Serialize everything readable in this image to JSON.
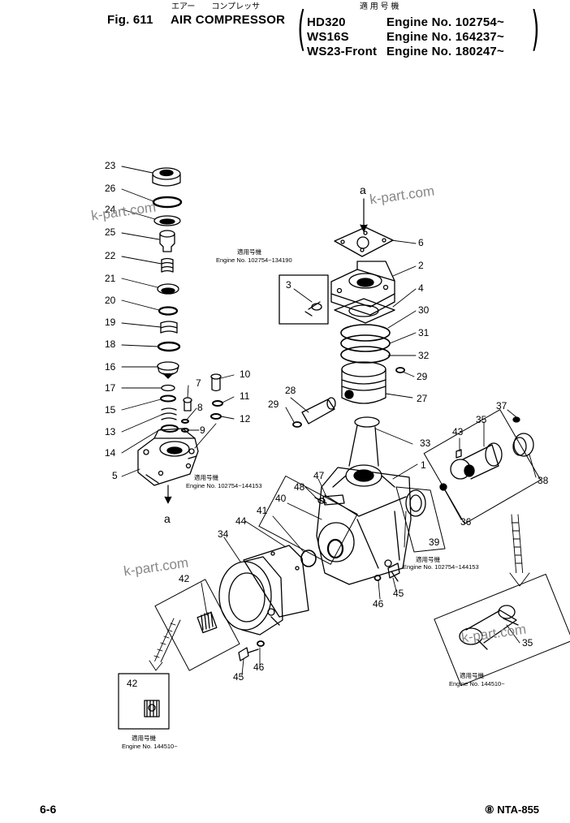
{
  "header": {
    "fig": "Fig. 611",
    "jp_title": "エアー　　コンプレッサ",
    "title": "AIR COMPRESSOR",
    "applicable_jp": "適 用 号 機",
    "models": [
      "HD320",
      "WS16S",
      "WS23-Front"
    ],
    "engines": [
      "Engine No. 102754~",
      "Engine No. 164237~",
      "Engine No. 180247~"
    ]
  },
  "callouts": [
    {
      "id": "23",
      "label": "23"
    },
    {
      "id": "26",
      "label": "26"
    },
    {
      "id": "24",
      "label": "24"
    },
    {
      "id": "25",
      "label": "25"
    },
    {
      "id": "22",
      "label": "22"
    },
    {
      "id": "21",
      "label": "21"
    },
    {
      "id": "20",
      "label": "20"
    },
    {
      "id": "19",
      "label": "19"
    },
    {
      "id": "18",
      "label": "18"
    },
    {
      "id": "16",
      "label": "16"
    },
    {
      "id": "17",
      "label": "17"
    },
    {
      "id": "15",
      "label": "15"
    },
    {
      "id": "13",
      "label": "13"
    },
    {
      "id": "14",
      "label": "14"
    },
    {
      "id": "5",
      "label": "5"
    },
    {
      "id": "7",
      "label": "7"
    },
    {
      "id": "8",
      "label": "8"
    },
    {
      "id": "9",
      "label": "9"
    },
    {
      "id": "10",
      "label": "10"
    },
    {
      "id": "11",
      "label": "11"
    },
    {
      "id": "12",
      "label": "12"
    },
    {
      "id": "a_top",
      "label": "a"
    },
    {
      "id": "a_bottom",
      "label": "a"
    },
    {
      "id": "6",
      "label": "6"
    },
    {
      "id": "2",
      "label": "2"
    },
    {
      "id": "3",
      "label": "3"
    },
    {
      "id": "4",
      "label": "4"
    },
    {
      "id": "30",
      "label": "30"
    },
    {
      "id": "31",
      "label": "31"
    },
    {
      "id": "32",
      "label": "32"
    },
    {
      "id": "29a",
      "label": "29"
    },
    {
      "id": "27",
      "label": "27"
    },
    {
      "id": "28",
      "label": "28"
    },
    {
      "id": "29b",
      "label": "29"
    },
    {
      "id": "33",
      "label": "33"
    },
    {
      "id": "1",
      "label": "1"
    },
    {
      "id": "47",
      "label": "47"
    },
    {
      "id": "48",
      "label": "48"
    },
    {
      "id": "40",
      "label": "40"
    },
    {
      "id": "41",
      "label": "41"
    },
    {
      "id": "44",
      "label": "44"
    },
    {
      "id": "34",
      "label": "34"
    },
    {
      "id": "39",
      "label": "39"
    },
    {
      "id": "46a",
      "label": "46"
    },
    {
      "id": "45a",
      "label": "45"
    },
    {
      "id": "37",
      "label": "37"
    },
    {
      "id": "43",
      "label": "43"
    },
    {
      "id": "35a",
      "label": "35"
    },
    {
      "id": "38",
      "label": "38"
    },
    {
      "id": "36",
      "label": "36"
    },
    {
      "id": "42a",
      "label": "42"
    },
    {
      "id": "45b",
      "label": "45"
    },
    {
      "id": "46b",
      "label": "46"
    },
    {
      "id": "42b",
      "label": "42"
    },
    {
      "id": "35b",
      "label": "35"
    }
  ],
  "notes": {
    "n1_jp": "適用号機",
    "n1": "Engine No. 102754~134190",
    "n2_jp": "適用号機",
    "n2": "Engine No. 102754~144153",
    "n3_jp": "適用号機",
    "n3": "Engine No. 102754~144153",
    "n4_jp": "適用号機",
    "n4": "Engine No. 144510~",
    "n5_jp": "適用号機",
    "n5": "Engine No. 144510~"
  },
  "watermarks": [
    "k-part.com",
    "k-part.com",
    "k-part.com",
    "k-part.com"
  ],
  "footer": {
    "page": "6-6",
    "code": "⑧ NTA-855"
  }
}
